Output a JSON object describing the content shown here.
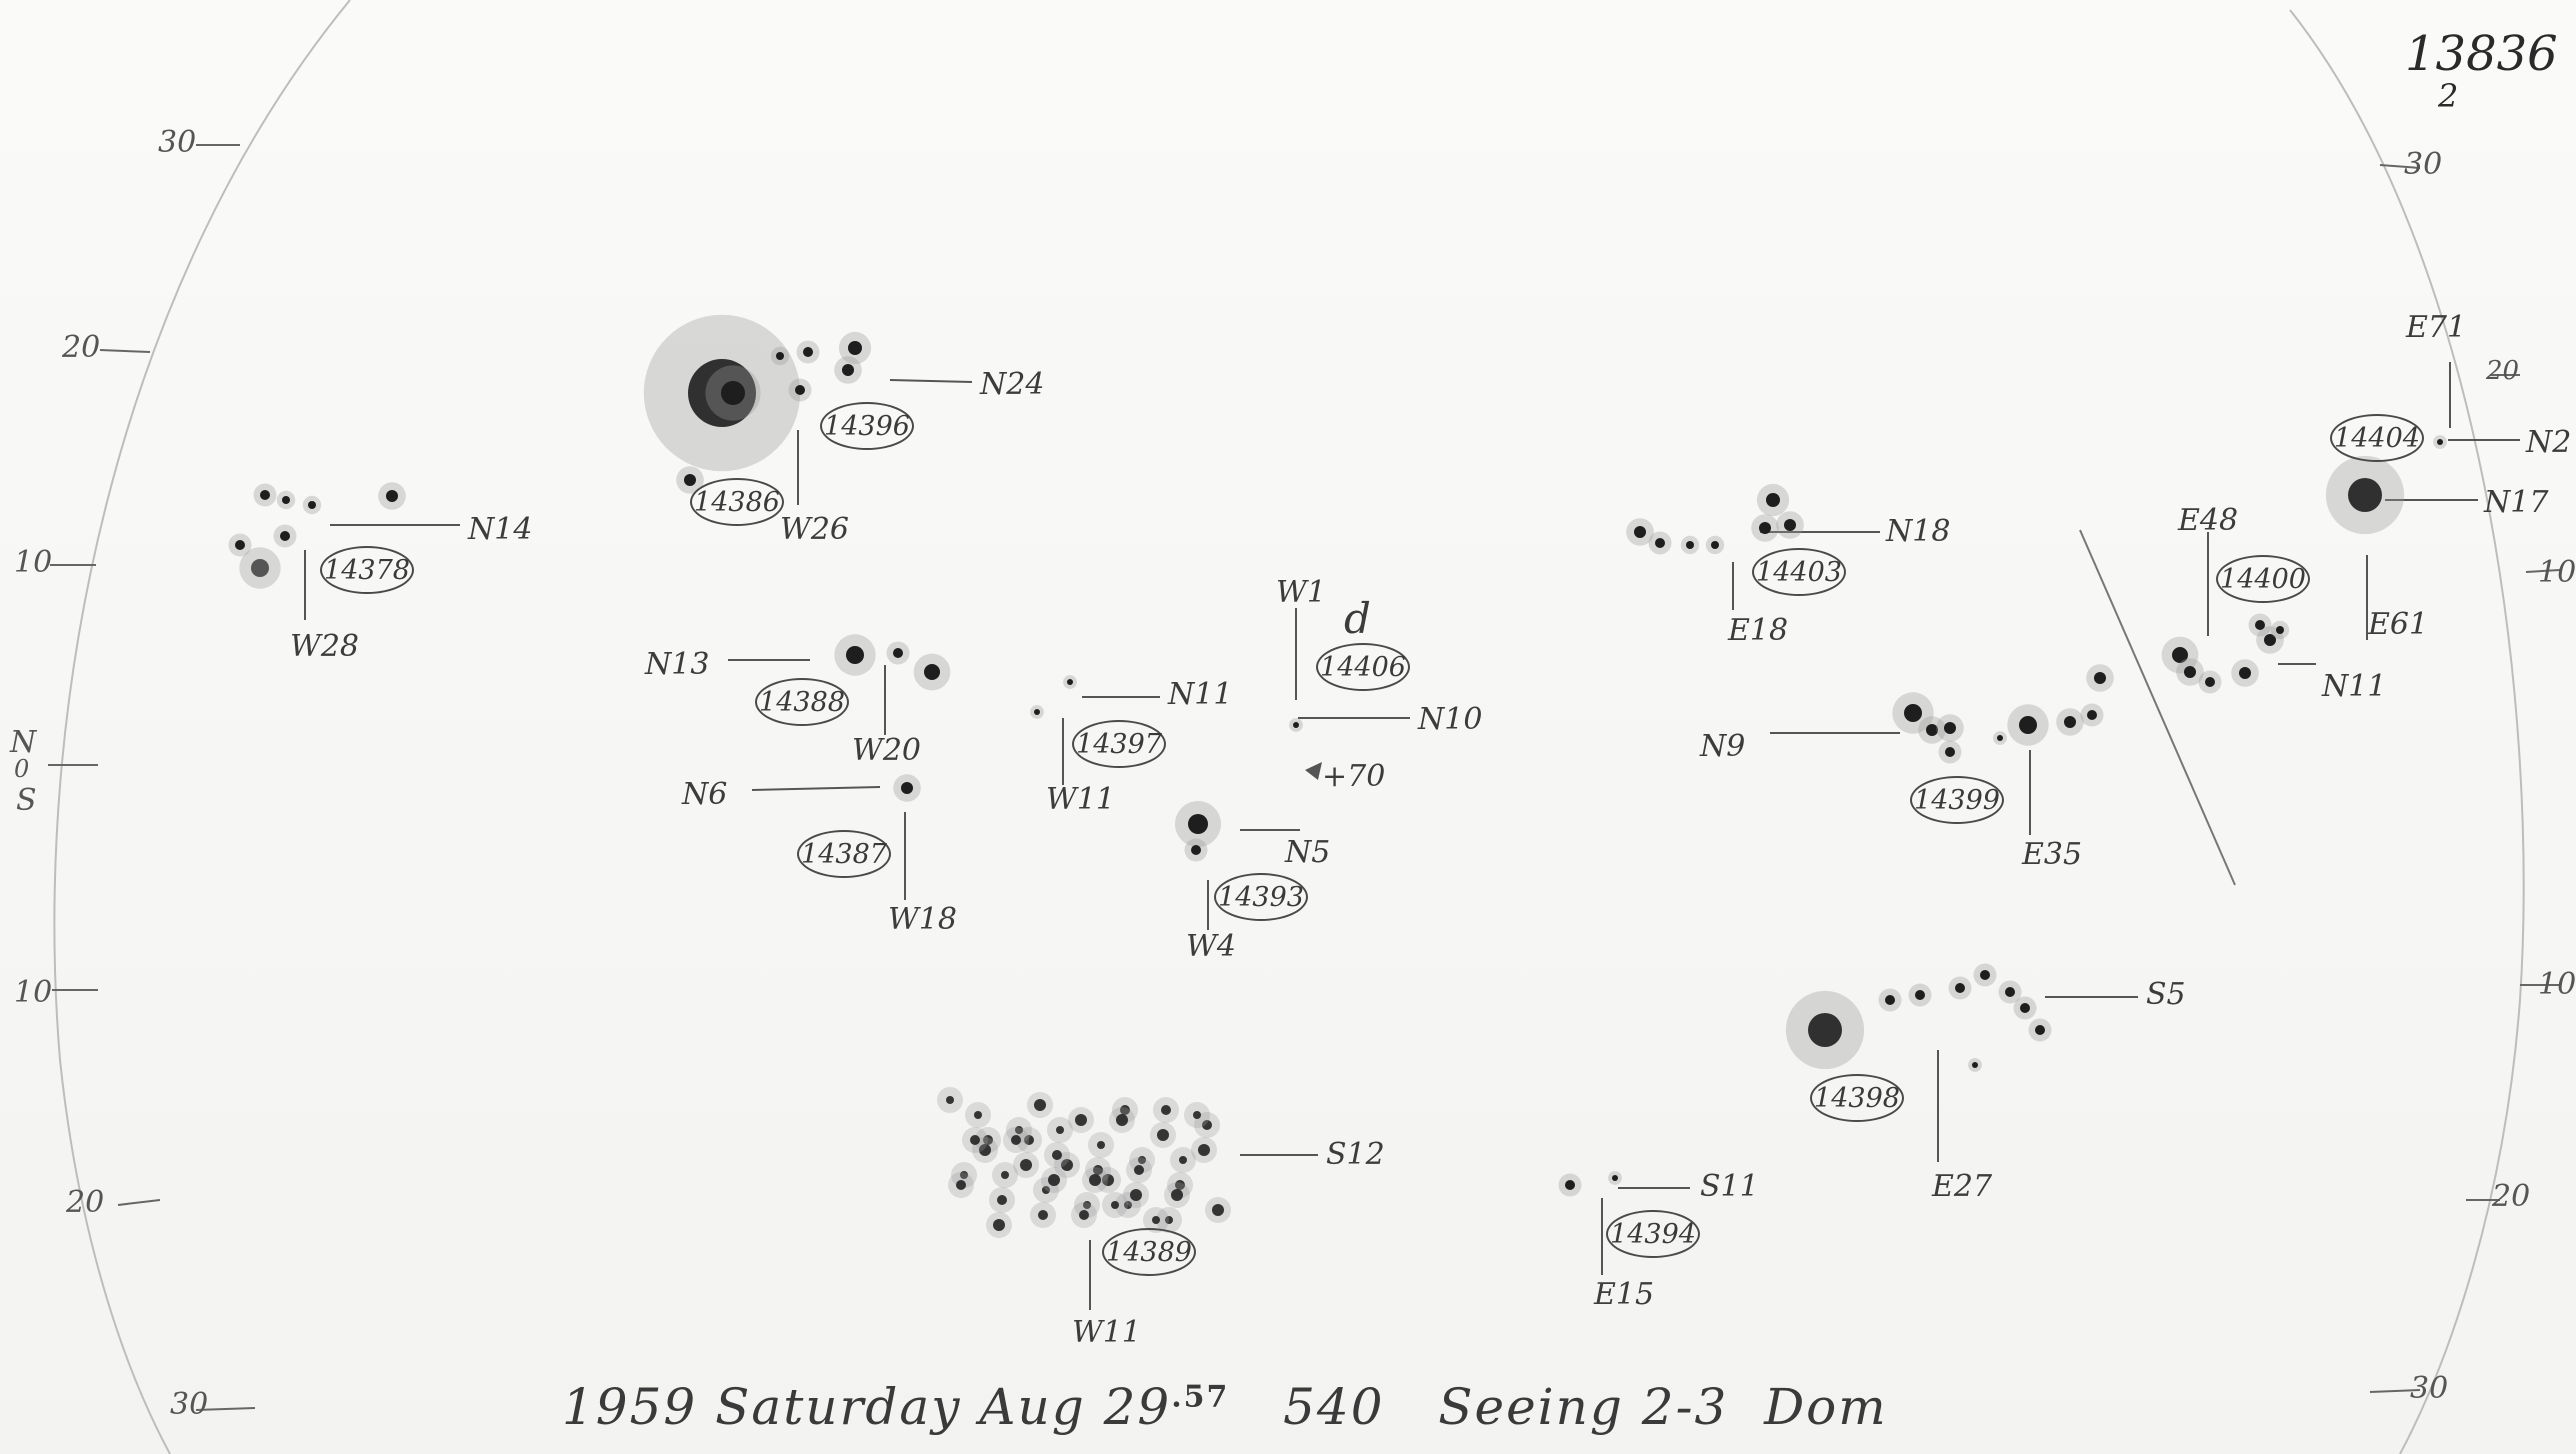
{
  "reference_number": "13836",
  "reference_subscript": "2",
  "caption": {
    "year": "1959",
    "day": "Saturday",
    "date": "Aug 29",
    "fraction": ".57",
    "rotation": "540",
    "seeing": "Seeing 2-3",
    "observer": "Dom"
  },
  "scale_left": [
    "30",
    "20",
    "10",
    "N",
    "0",
    "S",
    "10",
    "20",
    "30"
  ],
  "scale_right": [
    "30",
    "20",
    "10",
    "10",
    "20",
    "30"
  ],
  "sunspot_groups": [
    {
      "number": "14378",
      "lat": "N14",
      "lon": "W28"
    },
    {
      "number": "14386",
      "lon": "W26"
    },
    {
      "number": "14396",
      "lat": "N24"
    },
    {
      "number": "14388",
      "lat": "N13",
      "lon": "W20"
    },
    {
      "number": "14387",
      "lat": "N6",
      "lon": "W18"
    },
    {
      "number": "14397",
      "lat": "N11",
      "lon": "W11"
    },
    {
      "number": "14406",
      "lat": "N10",
      "lon": "W1",
      "note": "d",
      "extra": "+70"
    },
    {
      "number": "14393",
      "lat": "N5",
      "lon": "W4"
    },
    {
      "number": "14389",
      "lat": "S12",
      "lon": "W11"
    },
    {
      "number": "14394",
      "lat": "S11",
      "lon": "E15"
    },
    {
      "number": "14403",
      "lat": "N18",
      "lon": "E18"
    },
    {
      "number": "14399",
      "lat": "N9",
      "lon": "E35"
    },
    {
      "number": "14398",
      "lat": "S5",
      "lon": "E27"
    },
    {
      "number": "14400",
      "lat": "N11",
      "lon": "E48",
      "lon2": "E61"
    },
    {
      "number": "14404",
      "lat": "N2",
      "lon": "E71",
      "tick": "20"
    },
    {
      "lat": "N17"
    }
  ]
}
